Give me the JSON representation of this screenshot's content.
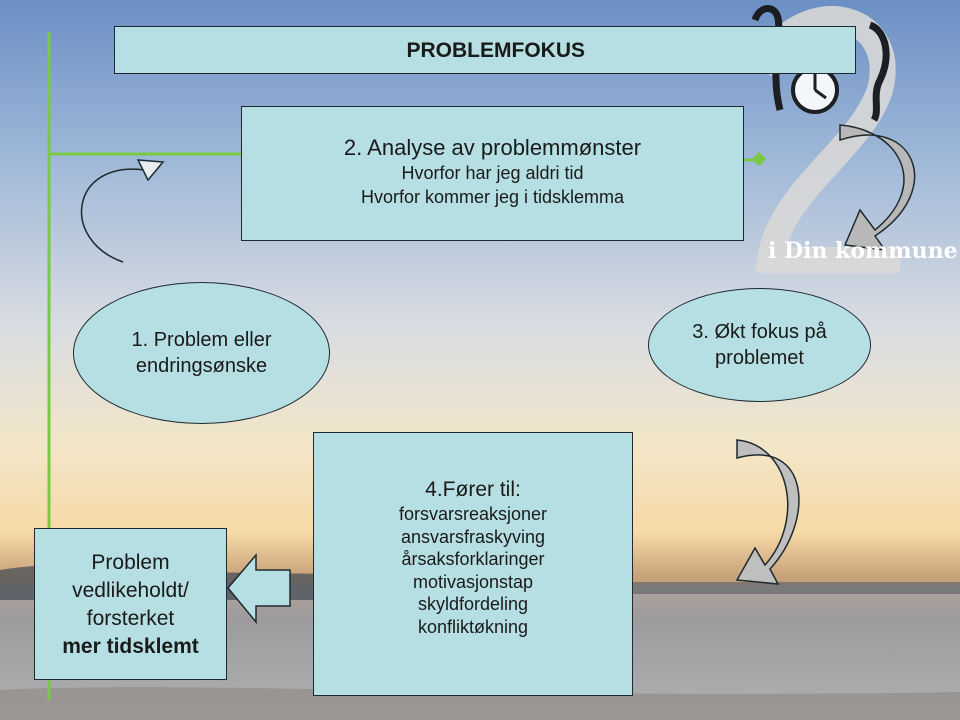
{
  "title": "PROBLEMFOKUS",
  "analysis": {
    "heading": "2. Analyse av problemmønster",
    "lines": [
      "Hvorfor har jeg aldri tid",
      "Hvorfor kommer jeg i tidsklemma"
    ]
  },
  "problem": {
    "lines": [
      "1. Problem eller",
      "endringsønske"
    ]
  },
  "focus": {
    "lines": [
      "3. Økt fokus på",
      "problemet"
    ]
  },
  "maintained": {
    "lines": [
      "Problem",
      "vedlikeholdt/",
      "forsterket"
    ],
    "bold_line": "mer tidsklemt"
  },
  "result": {
    "heading": "4.Fører til:",
    "items": [
      "forsvarsreaksjoner",
      "ansvarsfraskyving",
      "årsaksforklaringer",
      "motivasjonstap",
      "skyldfordeling",
      "konfliktøkning"
    ]
  },
  "logo": {
    "text": "i Din kommune"
  },
  "colors": {
    "box_fill": "#b6dfe3",
    "border": "#1e2a2e",
    "connector": "#7ac943"
  }
}
